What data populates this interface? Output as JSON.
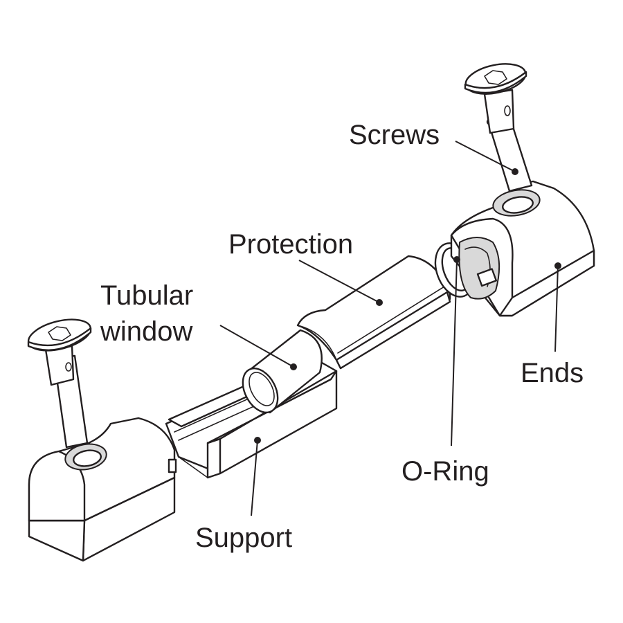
{
  "labels": {
    "screws": "Screws",
    "protection": "Protection",
    "tubular_line1": "Tubular",
    "tubular_line2": "window",
    "ends": "Ends",
    "o_ring": "O-Ring",
    "support": "Support"
  },
  "colors": {
    "line": "#231f20",
    "background": "#ffffff",
    "shading": "#d9d9d9"
  }
}
